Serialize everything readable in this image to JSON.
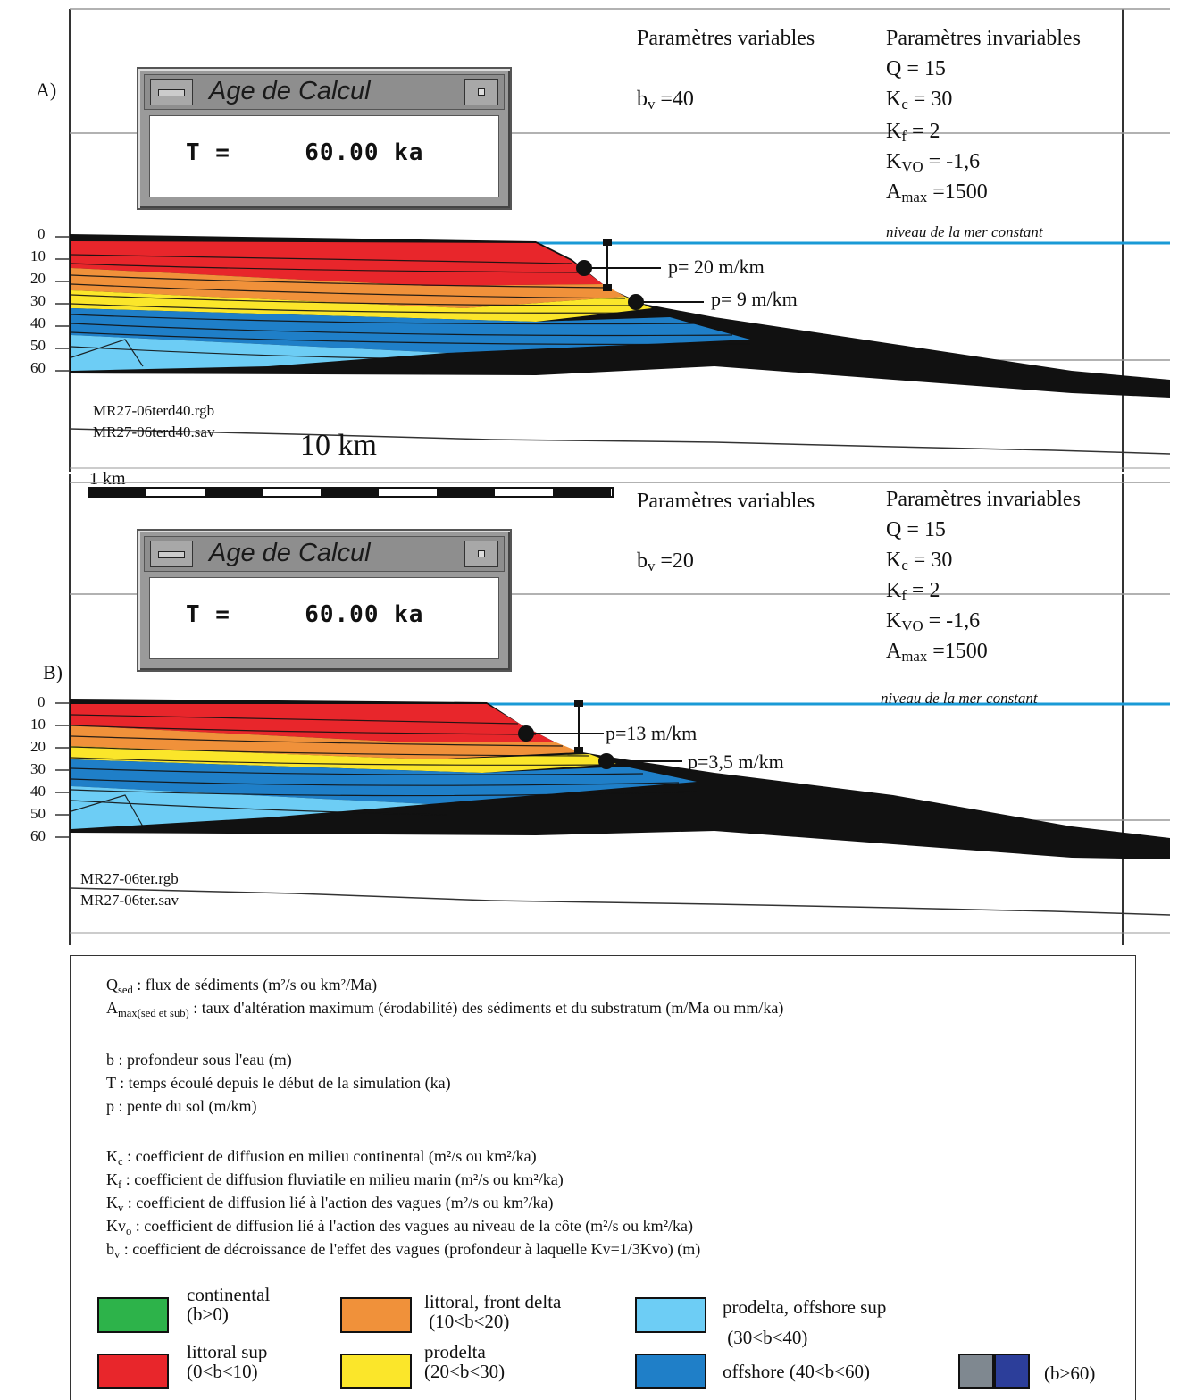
{
  "panels": [
    {
      "label": "A)",
      "variable_title": "Paramètres variables",
      "variable_value": "=40",
      "invariable_title": "Paramètres invariables",
      "Q": "Q = 15",
      "Kc": " = 30",
      "Kf": " = 2",
      "Kvo": " = -1,6",
      "Amax": " =1500",
      "sea_label": "niveau de la mer constant",
      "window_title": "Age de Calcul",
      "window_text": "T =     60.00 ka",
      "slope1": "p= 20 m/km",
      "slope2": "p= 9 m/km",
      "file1": "MR27-06terd40.rgb",
      "file2": "MR27-06terd40.sav",
      "depth_ticks": [
        "0",
        "10",
        "20",
        "30",
        "40",
        "50",
        "60"
      ]
    },
    {
      "label": "B)",
      "variable_title": "Paramètres variables",
      "variable_value": "=20",
      "invariable_title": "Paramètres invariables",
      "Q": "Q = 15",
      "Kc": " = 30",
      "Kf": " = 2",
      "Kvo": " = -1,6",
      "Amax": " =1500",
      "sea_label": "niveau de la mer constant",
      "window_title": "Age de Calcul",
      "window_text": "T =     60.00 ka",
      "slope1": "p=13 m/km",
      "slope2": "p=3,5 m/km",
      "file1": "MR27-06ter.rgb",
      "file2": "MR27-06ter.sav",
      "depth_ticks": [
        "0",
        "10",
        "20",
        "30",
        "40",
        "50",
        "60"
      ]
    }
  ],
  "scale": {
    "label_big": "10 km",
    "label_small": "1 km"
  },
  "legend": {
    "qsed": " : flux de sédiments (m²/s ou km²/Ma)",
    "amax": " : taux d'altération maximum (érodabilité) des sédiments et du substratum (m/Ma ou mm/ka)",
    "b": "b : profondeur sous l'eau (m)",
    "T": "T : temps écoulé depuis le début de la simulation (ka)",
    "p": "p : pente du sol (m/km)",
    "kc": " : coefficient de diffusion en milieu continental (m²/s ou km²/ka)",
    "kf": " : coefficient de diffusion fluviatile en milieu marin (m²/s ou km²/ka)",
    "kv": " : coefficient de diffusion lié à l'action des vagues (m²/s ou km²/ka)",
    "kvo": " : coefficient de diffusion lié à l'action des vagues au niveau de la côte (m²/s ou km²/ka)",
    "bv": " : coefficient de décroissance de l'effet des vagues (profondeur à laquelle Kv=1/3Kvo) (m)",
    "swatches": [
      {
        "name": "continental",
        "range": "(b>0)",
        "color": "#2db34a"
      },
      {
        "name": "littoral sup",
        "range": "(0<b<10)",
        "color": "#e8262b"
      },
      {
        "name": "littoral, front delta",
        "range": "(10<b<20)",
        "color": "#f0913a"
      },
      {
        "name": "prodelta",
        "range": "(20<b<30)",
        "color": "#fbe62a"
      },
      {
        "name": "prodelta, offshore sup",
        "range": "(30<b<40)",
        "color": "#6dcdf5"
      },
      {
        "name": "offshore (40<b<60)",
        "range": "",
        "color": "#1f7fc8"
      },
      {
        "name": "(b>60)",
        "range": "",
        "color": "#7f8890",
        "color2": "#2c3e9a"
      }
    ]
  }
}
